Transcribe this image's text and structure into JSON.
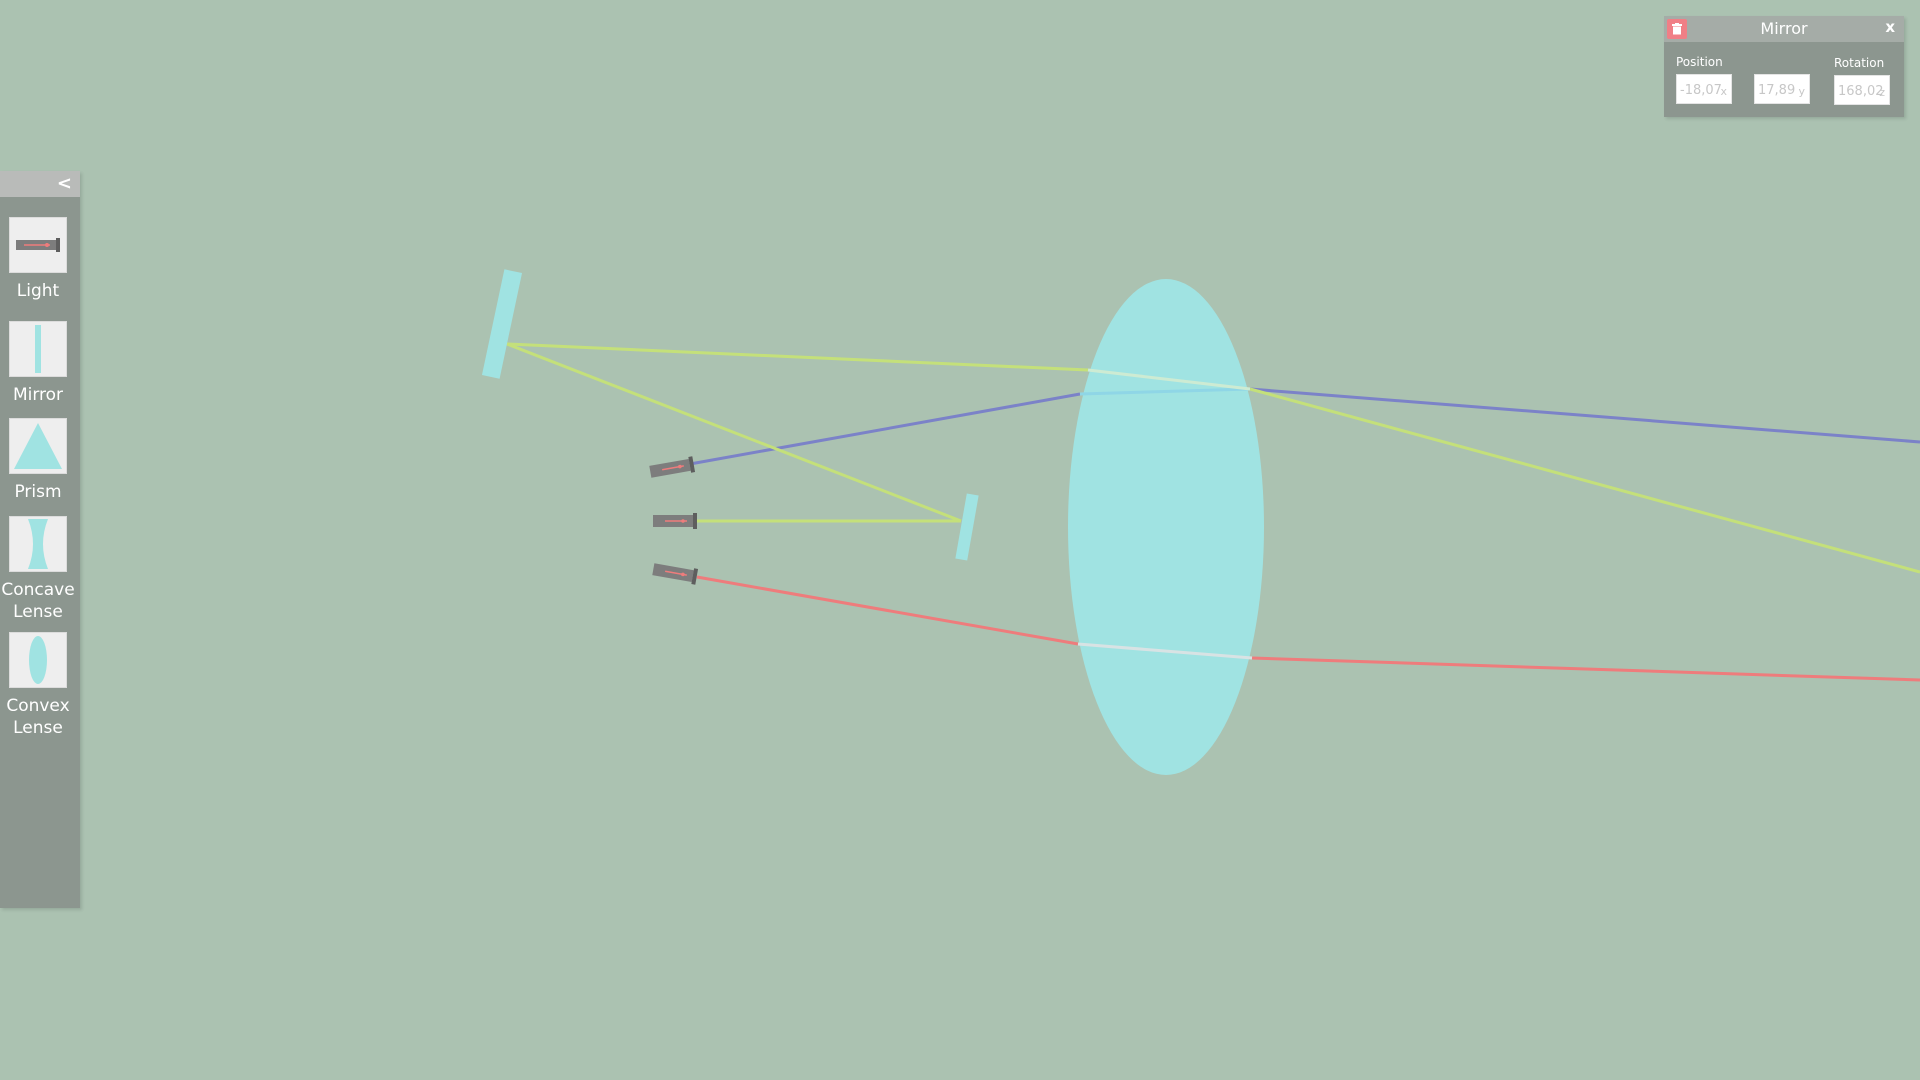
{
  "colors": {
    "background": "#abc2b1",
    "panel": "#8c968f",
    "optic": "#a0e3e2",
    "ray_blue": "#7b82c8",
    "ray_green": "#c4e07a",
    "ray_red": "#ee7c7c",
    "delete": "#f07f86"
  },
  "toolbox": {
    "collapse_label": "<",
    "items": [
      {
        "label": "Light",
        "icon": "laser-icon"
      },
      {
        "label": "Mirror",
        "icon": "mirror-icon"
      },
      {
        "label": "Prism",
        "icon": "prism-icon"
      },
      {
        "label": "Concave Lense",
        "icon": "concave-lens-icon"
      },
      {
        "label": "Convex Lense",
        "icon": "convex-lens-icon"
      }
    ]
  },
  "properties_panel": {
    "title": "Mirror",
    "close_label": "x",
    "position_label": "Position",
    "rotation_label": "Rotation",
    "position_x": "-18,07",
    "position_y": "17,89",
    "rotation_z": "168,02",
    "axis_x": "x",
    "axis_y": "y",
    "axis_z": "z"
  },
  "scene": {
    "lights": [
      {
        "name": "light-source-1",
        "ray_color": "blue"
      },
      {
        "name": "light-source-2",
        "ray_color": "green"
      },
      {
        "name": "light-source-3",
        "ray_color": "red"
      }
    ],
    "mirrors": 2,
    "lenses": 1
  }
}
